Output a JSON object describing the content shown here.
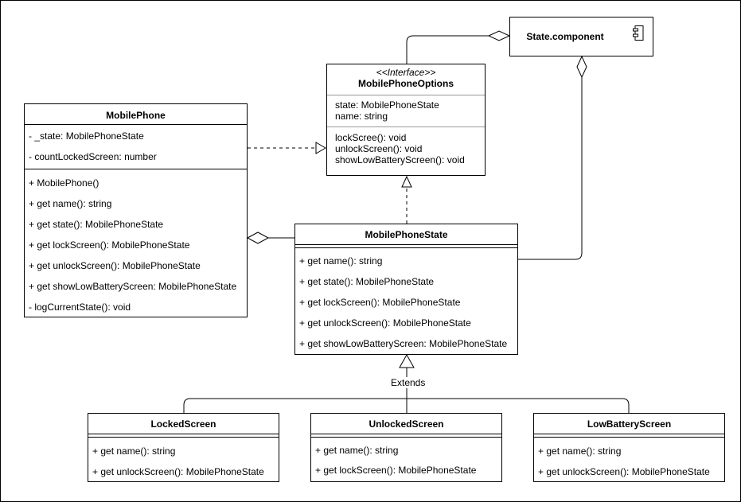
{
  "state_component": {
    "name": "State.component",
    "icon": "component-icon"
  },
  "interface": {
    "stereotype": "<<Interface>>",
    "name": "MobilePhoneOptions",
    "attributes": [
      "state: MobilePhoneState",
      "name: string"
    ],
    "operations": [
      "lockScree(): void",
      "unlockScreen(): void",
      "showLowBatteryScreen(): void"
    ]
  },
  "mobile_phone": {
    "name": "MobilePhone",
    "attributes": [
      "- _state: MobilePhoneState",
      "- countLockedScreen: number"
    ],
    "operations": [
      "+ MobilePhone()",
      "+ get name(): string",
      "+ get state(): MobilePhoneState",
      "+ get lockScreen(): MobilePhoneState",
      "+ get unlockScreen(): MobilePhoneState",
      "+ get showLowBatteryScreen: MobilePhoneState",
      "- logCurrentState(): void"
    ]
  },
  "mobile_phone_state": {
    "name": "MobilePhoneState",
    "operations": [
      "+ get name(): string",
      "+ get state(): MobilePhoneState",
      "+ get lockScreen(): MobilePhoneState",
      "+ get unlockScreen(): MobilePhoneState",
      "+ get showLowBatteryScreen: MobilePhoneState"
    ]
  },
  "locked_screen": {
    "name": "LockedScreen",
    "operations": [
      "+ get name(): string",
      "+ get unlockScreen(): MobilePhoneState"
    ]
  },
  "unlocked_screen": {
    "name": "UnlockedScreen",
    "operations": [
      "+ get name(): string",
      "+ get lockScreen(): MobilePhoneState"
    ]
  },
  "low_battery_screen": {
    "name": "LowBatteryScreen",
    "operations": [
      "+ get name(): string",
      "+ get unlockScreen(): MobilePhoneState"
    ]
  },
  "edges": {
    "extends_label": "Extends"
  }
}
